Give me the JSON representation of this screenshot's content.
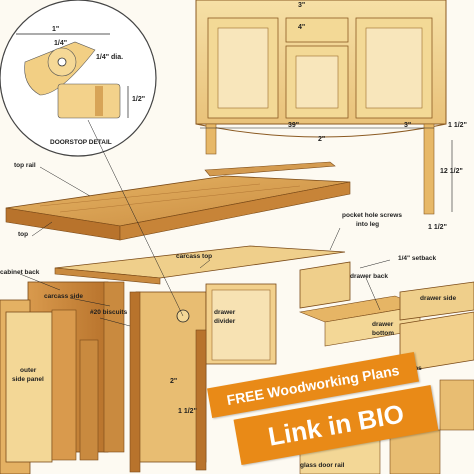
{
  "detail": {
    "title": "DOORSTOP DETAIL",
    "dim_width": "1\"",
    "dim_quarter_top": "1/4\"",
    "dim_hole": "1/4\" dia.",
    "dim_half": "1/2\""
  },
  "front_elevation": {
    "dim_top": "3\"",
    "dim_door": "4\"",
    "dim_length": "39\"",
    "dim_end": "3\"",
    "dim_center": "2\"",
    "dim_side_top": "1 1/2\"",
    "dim_leg": "12 1/2\"",
    "dim_leg_bottom": "1 1/2\""
  },
  "parts": {
    "top_rail": "top rail",
    "top": "top",
    "carcass_top": "carcass top",
    "pocket_hole": "pocket hole screws",
    "into_leg": "into leg",
    "cabinet_back": "cabinet back",
    "carcass_side": "carcass side",
    "biscuits": "#20 biscuits",
    "outer_side_panel_1": "outer",
    "outer_side_panel_2": "side panel",
    "drawer_divider_1": "drawer",
    "drawer_divider_2": "divider",
    "setback": "1/4\" setback",
    "drawer_back": "drawer back",
    "drawer_side": "drawer side",
    "drawer_bottom_1": "drawer",
    "drawer_bottom_2": "bottom",
    "strips": "strips",
    "glass_door_rail": "glass door rail",
    "dim_two": "2\"",
    "dim_one_half": "1 1/2\""
  },
  "promo": {
    "line1": "FREE Woodworking Plans",
    "line2": "Link in BIO"
  },
  "colors": {
    "wood_light": "#f3d796",
    "wood_mid": "#dfa95a",
    "wood_dark": "#b86f2a",
    "banner": "#e98a17"
  }
}
